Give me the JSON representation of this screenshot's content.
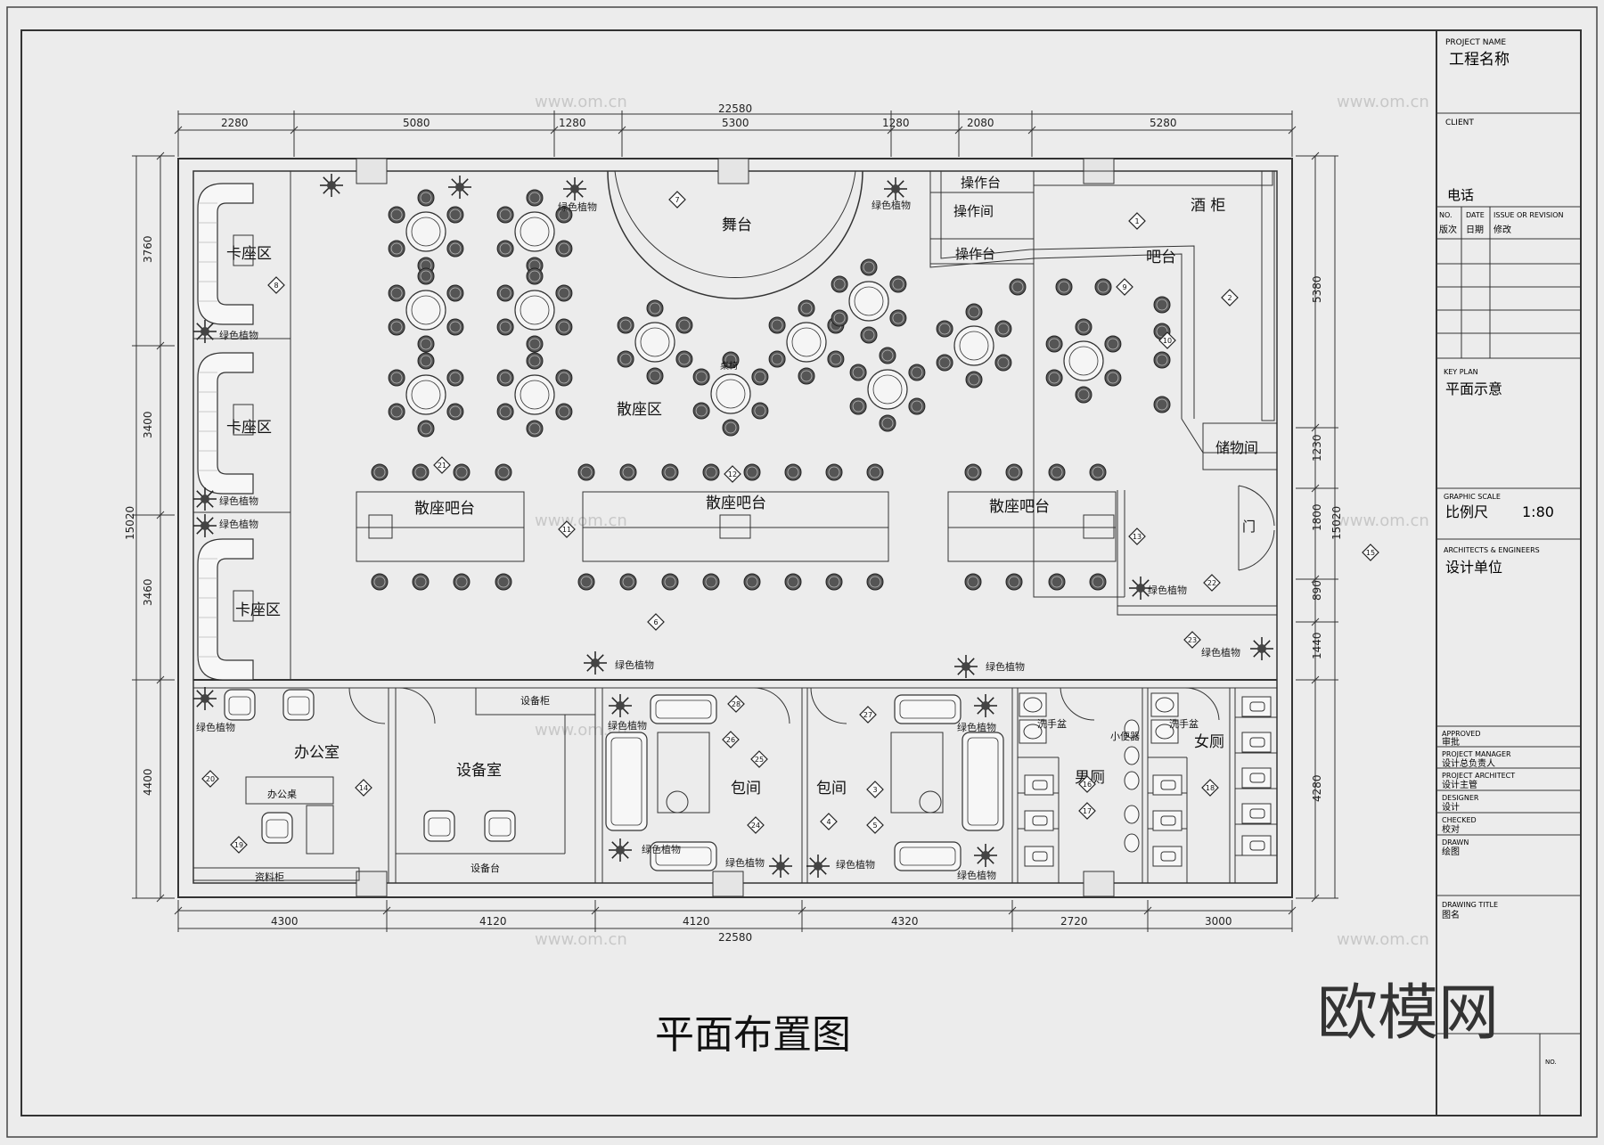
{
  "plan_title": "平面布置图",
  "logo_text": "欧模网",
  "watermark_text": "www.om.cn",
  "title_block": {
    "project_name_en": "PROJECT NAME",
    "project_name": "工程名称",
    "client_en": "CLIENT",
    "phone": "电话",
    "revision_headers": [
      "NO.",
      "DATE",
      "ISSUE OR REVISION"
    ],
    "revision_headers_cn": [
      "版次",
      "日期",
      "修改"
    ],
    "key_plan_en": "KEY PLAN",
    "key_plan": "平面示意",
    "graphic_scale_en": "GRAPHIC SCALE",
    "scale_label": "比例尺",
    "scale_value": "1:80",
    "architects_en": "ARCHITECTS & ENGINEERS",
    "architects": "设计单位",
    "roles": [
      {
        "en": "APPROVED",
        "cn": "审批"
      },
      {
        "en": "PROJECT MANAGER",
        "cn": "设计总负责人"
      },
      {
        "en": "PROJECT ARCHITECT",
        "cn": "设计主管"
      },
      {
        "en": "DESIGNER",
        "cn": "设计"
      },
      {
        "en": "CHECKED",
        "cn": "校对"
      },
      {
        "en": "DRAWN",
        "cn": "绘图"
      }
    ],
    "drawing_title_en": "DRAWING TITLE",
    "drawing_title": "图名",
    "drawing_no": "NO."
  },
  "dimensions": {
    "top_total": "22580",
    "top": [
      "2280",
      "5080",
      "1280",
      "5300",
      "1280",
      "2080",
      "5280"
    ],
    "bottom_total": "22580",
    "bottom": [
      "4300",
      "4120",
      "4120",
      "4320",
      "2720",
      "3000"
    ],
    "left_total": "15020",
    "left": [
      "3760",
      "3400",
      "3460",
      "4400"
    ],
    "right_total": "15020",
    "right": [
      "5380",
      "1230",
      "1800",
      "890",
      "1440",
      "4280"
    ]
  },
  "rooms": {
    "stage": "舞台",
    "op_table_1": "操作台",
    "op_room": "操作间",
    "op_table_2": "操作台",
    "liquor_cabinet": "酒 柜",
    "bar": "吧台",
    "storage": "储物间",
    "door": "门",
    "booth_1": "卡座区",
    "booth_2": "卡座区",
    "booth_3": "卡座区",
    "open_seating": "散座区",
    "table_chair": "桌椅",
    "bar_counter_1": "散座吧台",
    "bar_counter_2": "散座吧台",
    "bar_counter_3": "散座吧台",
    "office": "办公室",
    "office_desk": "办公桌",
    "file_cabinet": "资料柜",
    "equipment_room": "设备室",
    "equipment_cabinet": "设备柜",
    "equipment_table": "设备台",
    "private_room_1": "包间",
    "private_room_2": "包间",
    "sink_m": "洗手盆",
    "urinal": "小便器",
    "mens_room": "男厕",
    "sink_f": "洗手盆",
    "womens_room": "女厕"
  },
  "plant_label": "绿色植物",
  "markers": [
    "1",
    "2",
    "3",
    "4",
    "5",
    "6",
    "7",
    "8",
    "9",
    "10",
    "11",
    "12",
    "13",
    "14",
    "15",
    "16",
    "17",
    "18",
    "19",
    "20",
    "21",
    "22",
    "23",
    "24",
    "25",
    "26",
    "27",
    "28"
  ]
}
